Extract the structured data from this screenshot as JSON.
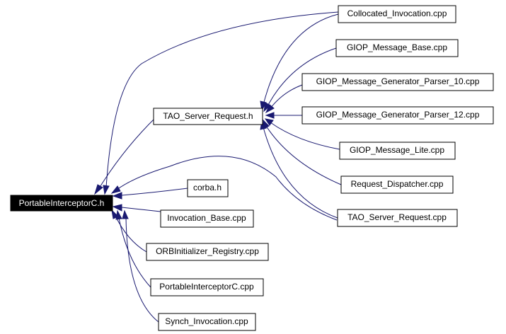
{
  "colors": {
    "edge": "#191970",
    "root_fill": "#000000",
    "root_text": "#ffffff",
    "node_fill": "#ffffff",
    "node_border": "#000000"
  },
  "nodes": {
    "root": "PortableInterceptorC.h",
    "tao_server_request_h": "TAO_Server_Request.h",
    "corba_h": "corba.h",
    "invocation_base_cpp": "Invocation_Base.cpp",
    "orbinitializer_registry_cpp": "ORBInitializer_Registry.cpp",
    "portableinterceptorc_cpp": "PortableInterceptorC.cpp",
    "synch_invocation_cpp": "Synch_Invocation.cpp",
    "collocated_invocation_cpp": "Collocated_Invocation.cpp",
    "giop_message_base_cpp": "GIOP_Message_Base.cpp",
    "giop_parser_10_cpp": "GIOP_Message_Generator_Parser_10.cpp",
    "giop_parser_12_cpp": "GIOP_Message_Generator_Parser_12.cpp",
    "giop_message_lite_cpp": "GIOP_Message_Lite.cpp",
    "request_dispatcher_cpp": "Request_Dispatcher.cpp",
    "tao_server_request_cpp": "TAO_Server_Request.cpp"
  }
}
